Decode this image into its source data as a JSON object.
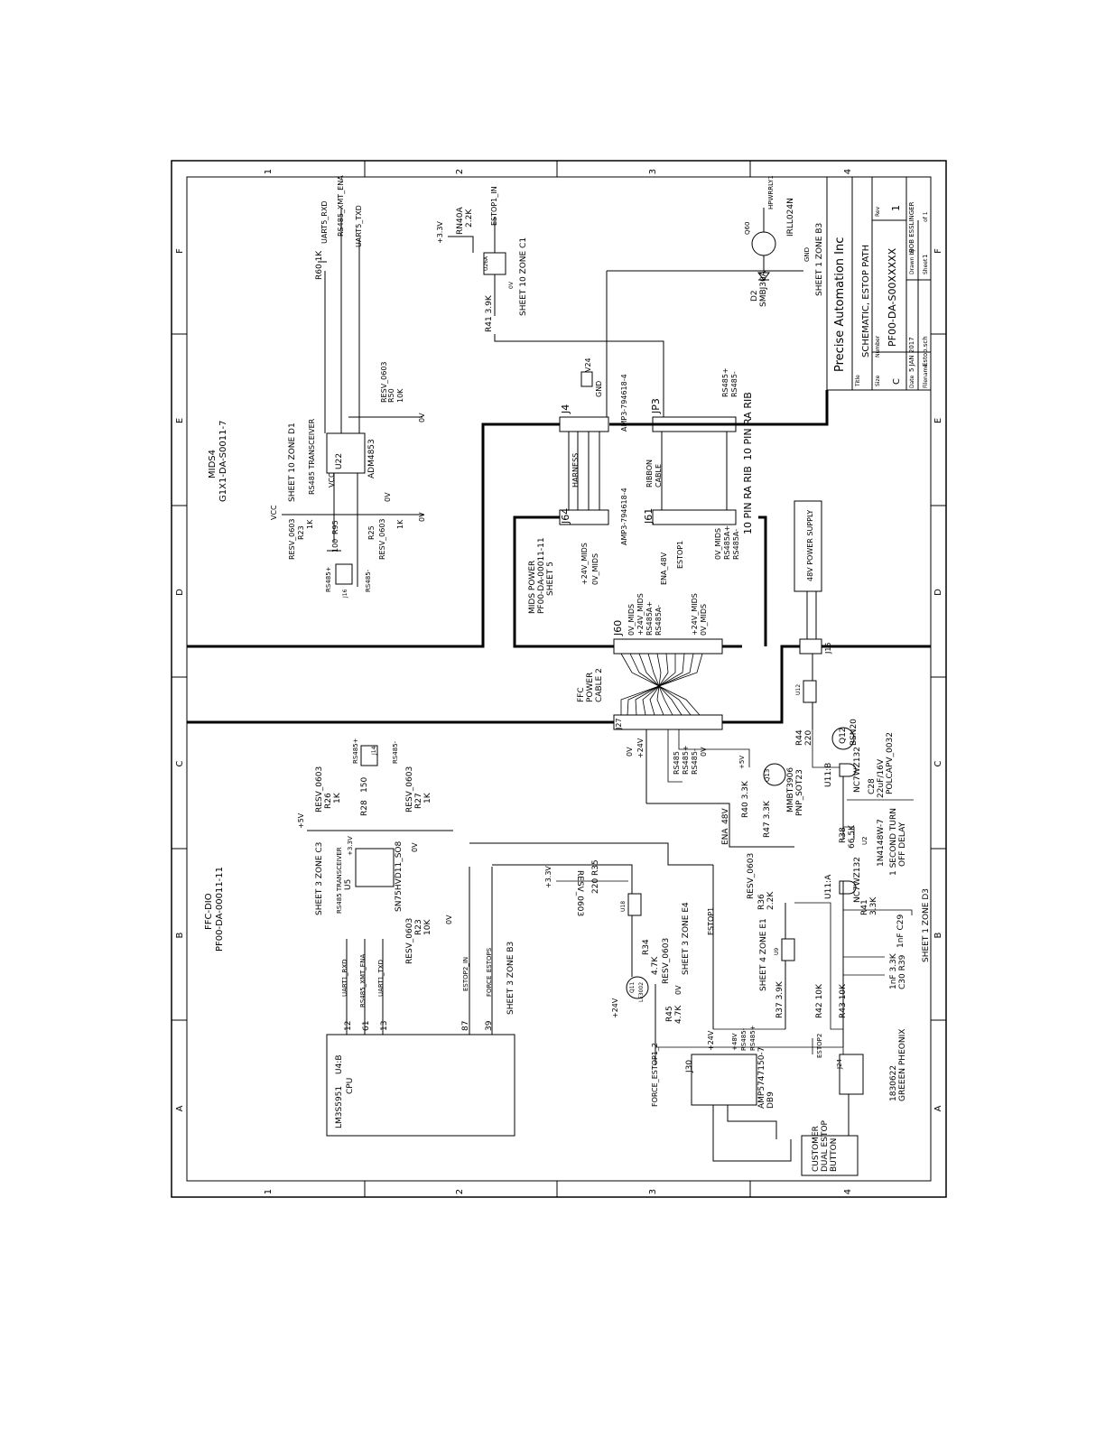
{
  "frame": {
    "cols": [
      "1",
      "2",
      "3",
      "4"
    ],
    "rows": [
      "F",
      "E",
      "D",
      "C",
      "B",
      "A"
    ]
  },
  "title_block": {
    "company": "Precise Automation Inc",
    "title_label": "Title",
    "title": "SCHEMATIC, ESTOP PATH",
    "size_label": "Size",
    "size": "C",
    "number_label": "Number",
    "number": "PF00-DA-S00XXXXX",
    "rev_label": "Rev",
    "rev": "1",
    "date_label": "Date",
    "date": "5 JAN 2017",
    "drawn_by_label": "Drawn by",
    "drawn_by": "BOB ESSLINGER",
    "filename_label": "Filename",
    "filename": "Estop.sch",
    "sheet_label": "Sheet",
    "sheet": "1",
    "of_label": "of 1"
  },
  "mids4": {
    "title": "MIDS4",
    "part": "G1X1-DA-S0011-7",
    "xcvr_ref": "SHEET 10 ZONE D1",
    "xcvr_type": "RS485 TRANSCEIVER",
    "u22": "U22",
    "u22_part": "ADM4853",
    "r60": "R60  1K",
    "uart5_rxd": "UART5_RXD",
    "rs485_xmt_ena": "RS485_XMT_ENA",
    "uart5_txd": "UART5_TXD",
    "r50": "RESV_0603",
    "r50b": "R50",
    "r50v": "10K",
    "r23": "RESV_0603",
    "r23b": "R23",
    "r23v": "1K",
    "r95": "R95",
    "r95v": "100",
    "r25": "R25",
    "r25b": "RESV_0603",
    "r25v": "1K",
    "vcc": "VCC",
    "vcc2": "VCC",
    "zero_v": "0V",
    "j16": "J16",
    "rs485p": "RS485+",
    "rs485m": "RS485-"
  },
  "top": {
    "rn40a": "RN40A",
    "rn40a_v": "2.2K",
    "estop1_in": "ESTOP1_IN",
    "v33": "+3.3V",
    "u26": "U26A",
    "r41": "R41  3.9K",
    "sheet10c1": "SHEET 10 ZONE C1",
    "zero_v": "0V",
    "q60": "Q60",
    "q60_part": "IRLL024N",
    "hpwrrly": "HPWRRLY1",
    "d2": "D2",
    "d2_part": "SMBJ30A",
    "gnd": "GND",
    "sheet1b3": "SHEET 1 ZONE B3"
  },
  "conn": {
    "j4": "J4",
    "j4_part": "AMP3-794618-4",
    "harness": "HARNESS",
    "j64": "J64",
    "j64_part": "AMP3-794618-4",
    "v24": "V24",
    "gnd": "GND",
    "jp3": "JP3",
    "jp3_part": "10 PIN RA RIB",
    "ribbon": "RIBBON",
    "cable": "CABLE",
    "j61": "J61",
    "j61_part": "10 PIN RA RIB",
    "rs485p": "RS485+",
    "rs485m": "RS485-",
    "rs485ap": "RS485A+",
    "rs485am": "RS485A-",
    "ov_mids": "0V_MIDS",
    "p24v_mids": "+24V_MIDS",
    "ena48": "ENA_48V",
    "estop1": "ESTOP1",
    "mids_power": "MIDS POWER",
    "mids_power_part": "PF00-DA-00011-11",
    "mids_power_sheet": "SHEET 5",
    "psu": "48V POWER SUPPLY",
    "j60": "J60",
    "j15": "J15",
    "j27": "J27",
    "ffc": "FFC",
    "power": "POWER",
    "cable2": "CABLE 2",
    "p24v": "+24V",
    "zv": "0V",
    "rs485": "RS485"
  },
  "left": {
    "ffc_dio": "FFC-DIO",
    "ffc_dio_part": "PF00-DA-00011-11",
    "r26": "RESV_0603",
    "r26b": "R26",
    "r26v": "1K",
    "r28": "R28",
    "r28v": "150",
    "r27": "RESV_0603",
    "r27b": "R27",
    "r27v": "1K",
    "p5v": "+5V",
    "p33v": "+3.3V",
    "j14": "J14",
    "rs485p": "RS485+",
    "rs485m": "RS485-",
    "sheet3c3": "SHEET 3 ZONE C3",
    "xcvr_type": "RS485 TRANSCEIVER",
    "u5": "U5",
    "u5_part": "SN75HVD11_SO8",
    "r23": "RESV_0603",
    "r23b": "R23",
    "r23v": "10K",
    "zv": "0V",
    "uart1_rxd": "UART1_RXD",
    "rs485_xmt_ena": "RS485_XMT_ENA",
    "uart1_txd": "UART1_TXD",
    "estop2_in": "ESTOP2_IN",
    "force_estops": "FORCE_ESTOPS",
    "sheet3b3": "SHEET 3 ZONE B3",
    "cpu_chip": "LM3S5951",
    "cpu_ref": "U4:B",
    "cpu": "CPU",
    "pin12": "12",
    "pin61": "61",
    "pin13": "13",
    "pin87": "87",
    "pin39": "39"
  },
  "lower": {
    "r35": "220  R35",
    "r35b": "RESV_0603",
    "p33v": "+3.3V",
    "u18": "U18",
    "sheet3e4": "SHEET 3 ZONE E4",
    "r34": "R34",
    "r34v": "4.7K",
    "r34b": "RESV_0603",
    "q11": "Q11",
    "q11_part": "LF3002",
    "p24v": "+24V",
    "r45": "R45",
    "r45v": "4.7K",
    "zv": "0V",
    "force_estop": "FORCE_ESTOP1_2",
    "estop1": "ESTOP1",
    "estop2": "ESTOP2",
    "r36": "RESV_0603",
    "r36b": "R36",
    "r36v": "2.2K",
    "sheet4e1": "SHEET 4 ZONE E1",
    "u9": "U9",
    "r37": "R37  3.9K",
    "ena48": "ENA_48V",
    "r40": "R40  3.3K",
    "r47": "R47  3.3K",
    "q13": "Q13",
    "q13_part": "MMBT3906",
    "q13_pkg": "PNP_SOT23",
    "p5v": "+5V",
    "r44": "R44",
    "r44v": "220",
    "q12": "Q12",
    "q12_part": "BSN20",
    "u12": "U12",
    "u11b": "U11:B",
    "u11b_part": "NC7WZ132",
    "c28": "C28",
    "c28v": "22uF/16V",
    "c28p": "POLCAPV_0032",
    "r38": "R38",
    "r38v": "66.5K",
    "u2": "U2",
    "u2_part": "1N4148W-7",
    "delay1": "1 SECOND TURN",
    "delay2": "OFF DELAY",
    "u11a": "U11:A",
    "u11a_part": "NC7WZ132",
    "r41": "R41",
    "r41v": "3.3K",
    "c29": "1nF  C29",
    "c30": "1nF 3.3K",
    "c30b": "C30  R39",
    "r42": "R42  10K",
    "r43": "R43  10K",
    "sheet1d3": "SHEET 1 ZONE D3",
    "j30": "J30",
    "j30_part": "AMP5747150-7",
    "j30_pkg": "DB9",
    "p24v_b": "+24V",
    "p48v": "+48V",
    "rs485m": "RS485-",
    "rs485p": "RS485+",
    "j24": "J24",
    "j24_part": "1830622",
    "j24_mfr": "GREEEN PHEONIX",
    "customer1": "CUSTOMER",
    "customer2": "DUAL ESTOP",
    "customer3": "BUTTON"
  }
}
